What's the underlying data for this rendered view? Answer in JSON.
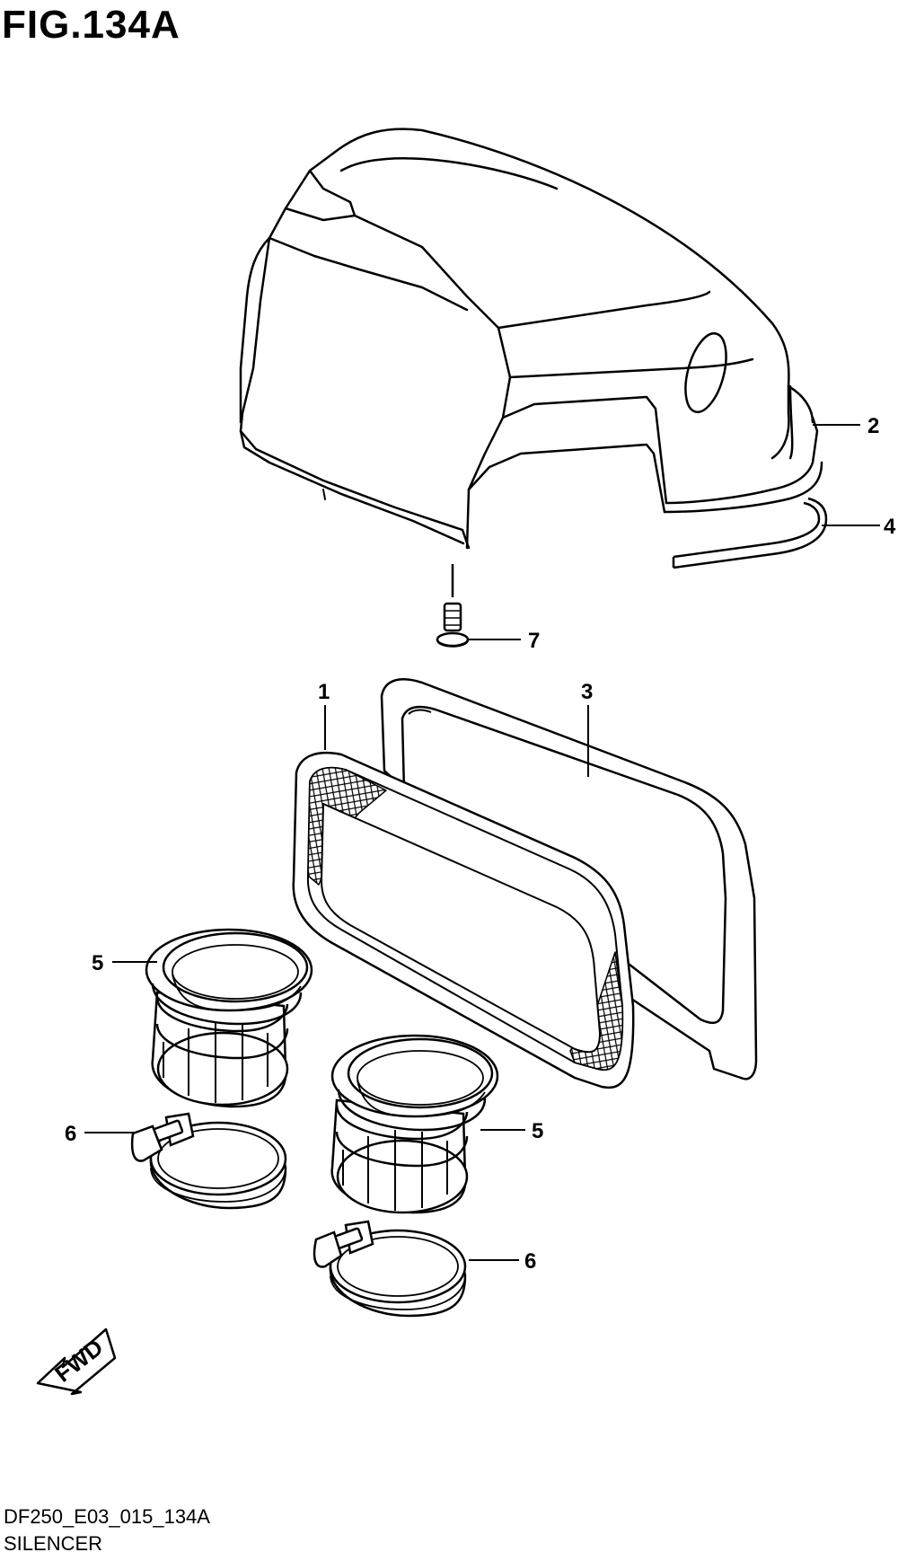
{
  "figure": {
    "title": "FIG.134A",
    "drawing_code": "DF250_E03_015_134A",
    "section_name": "SILENCER"
  },
  "callouts": {
    "part_1": "1",
    "part_2": "2",
    "part_3": "3",
    "part_4": "4",
    "part_5_left": "5",
    "part_5_right": "5",
    "part_6_left": "6",
    "part_6_right": "6",
    "part_7": "7"
  },
  "direction_indicator": {
    "label": "FWD"
  },
  "colors": {
    "line": "#000000",
    "background": "#ffffff"
  }
}
